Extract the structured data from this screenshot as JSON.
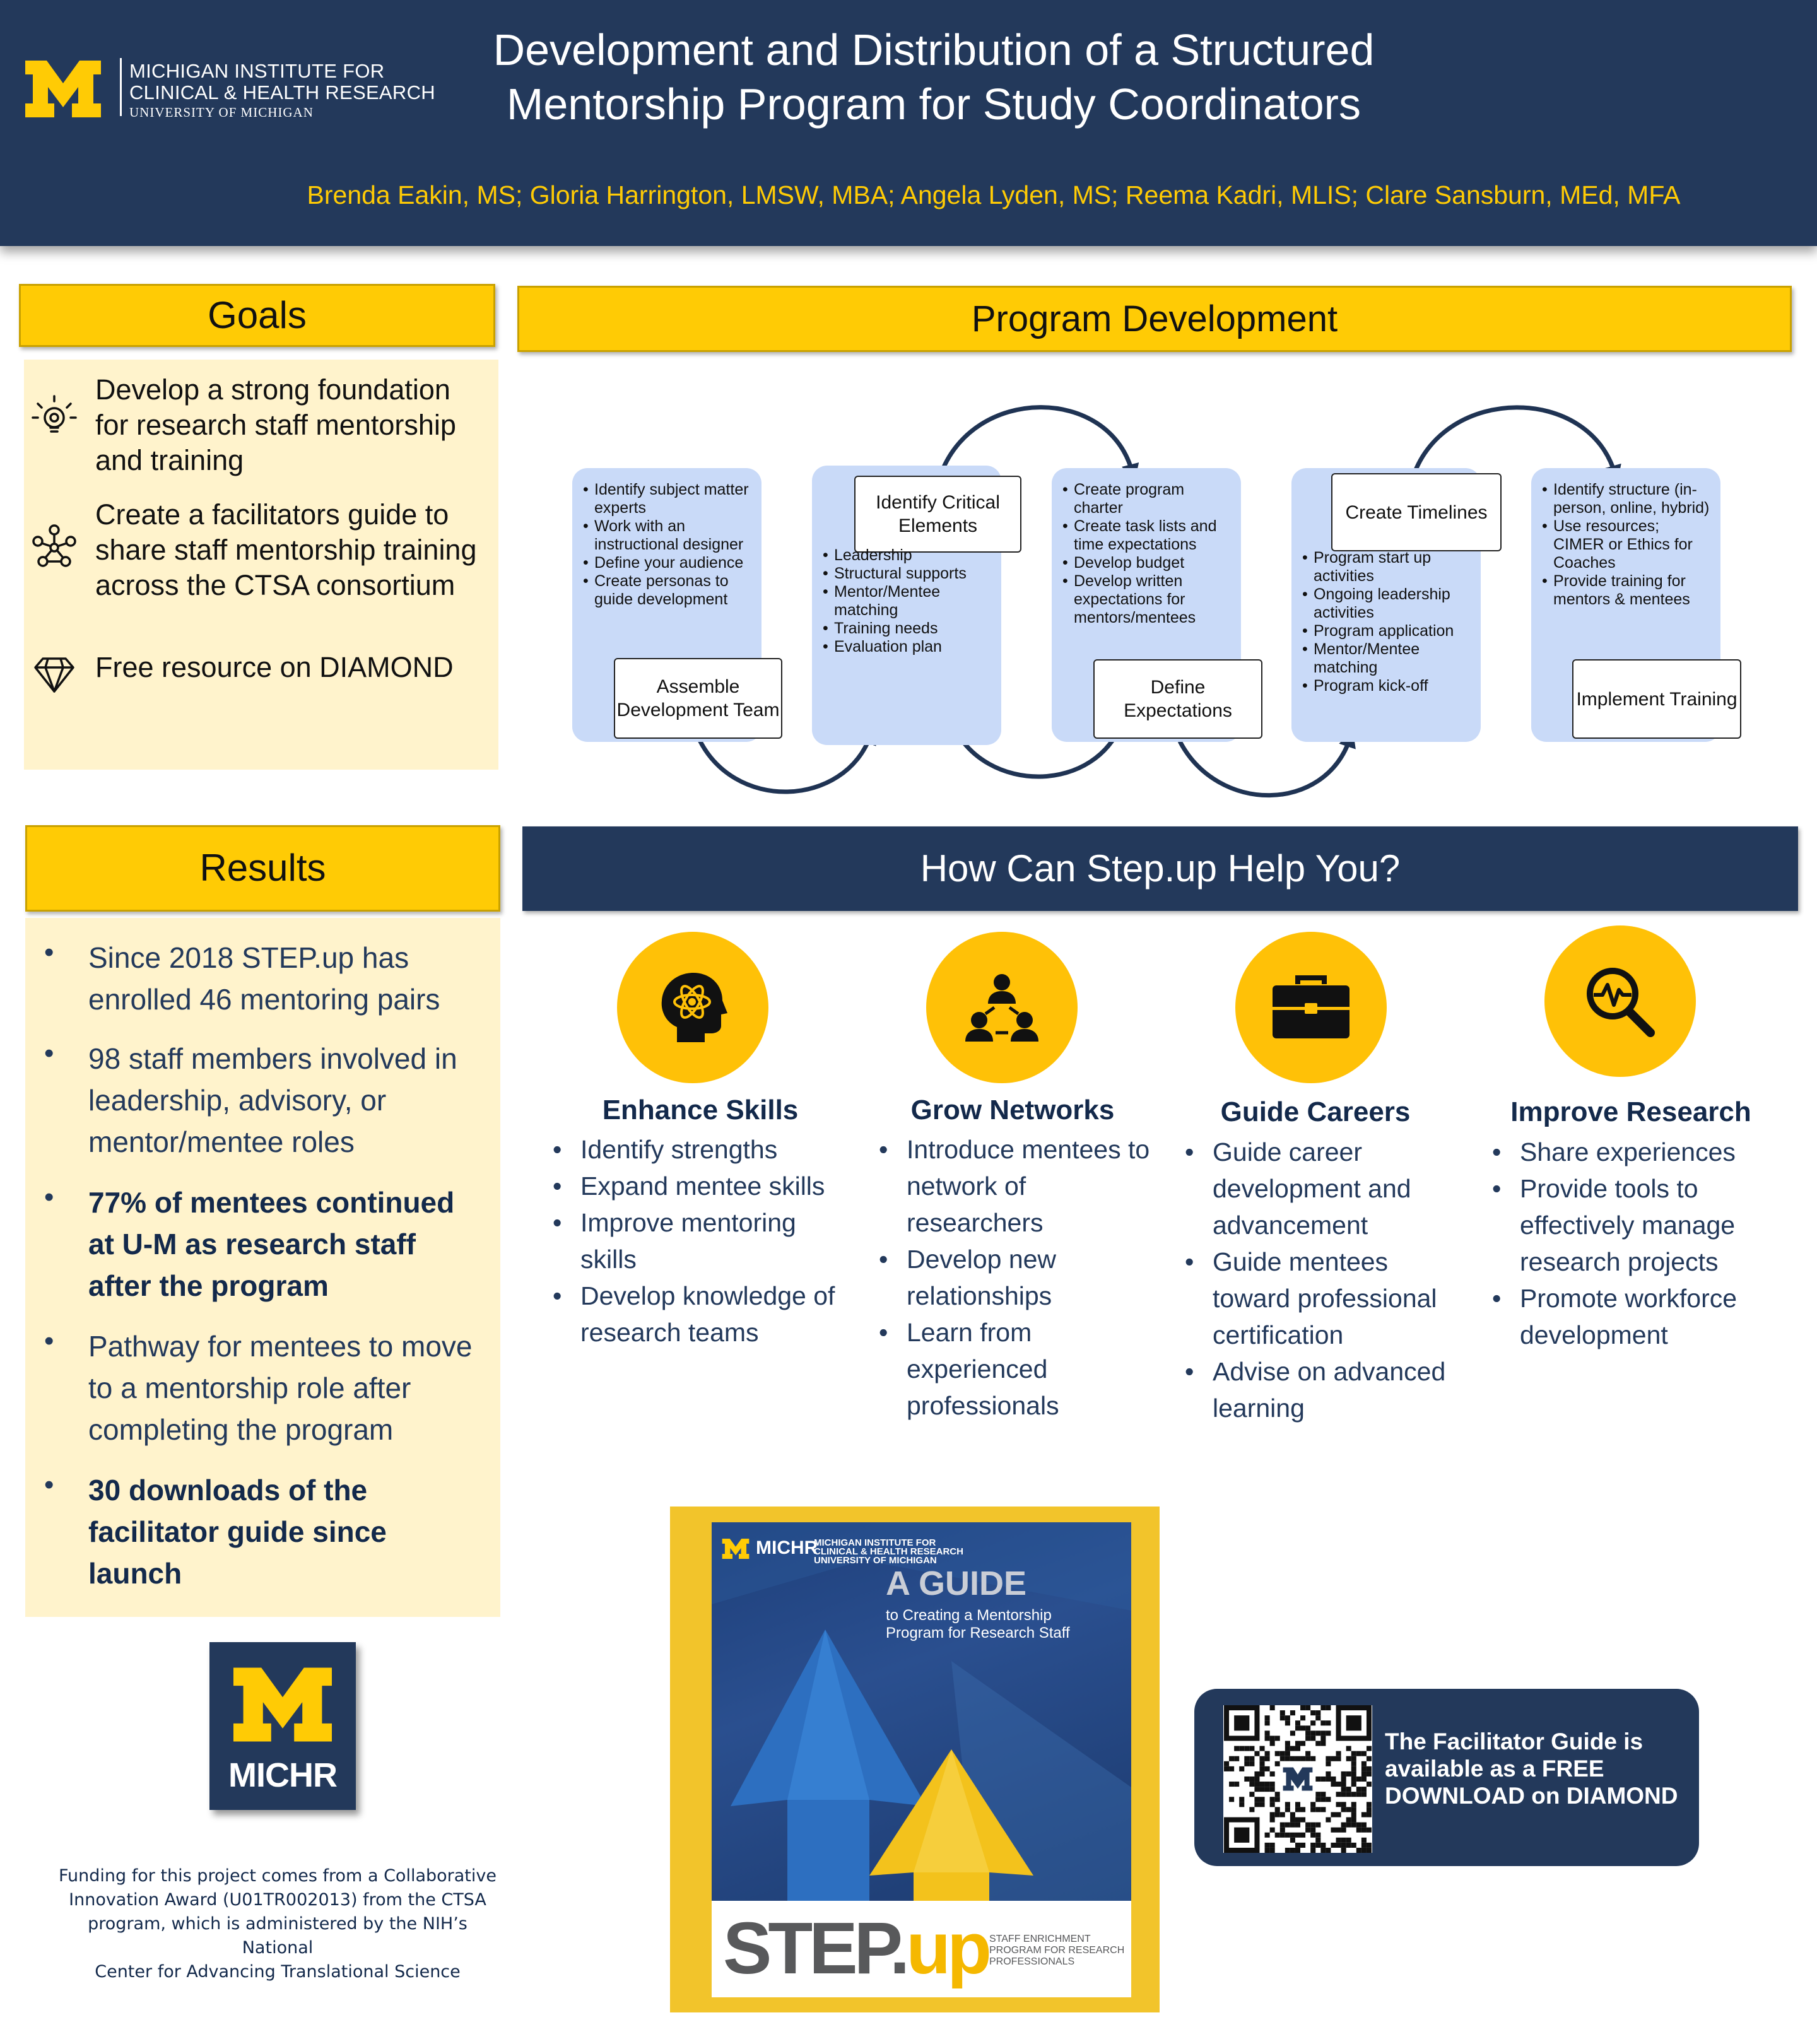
{
  "header": {
    "institute_line1": "MICHIGAN INSTITUTE FOR",
    "institute_line2": "CLINICAL & HEALTH RESEARCH",
    "institute_line3": "UNIVERSITY OF MICHIGAN",
    "title_line1": "Development and Distribution of a Structured",
    "title_line2": "Mentorship Program for Study Coordinators",
    "authors": "Brenda Eakin, MS; Gloria Harrington, LMSW, MBA; Angela Lyden, MS; Reema Kadri, MLIS; Clare Sansburn, MEd, MFA"
  },
  "goals": {
    "heading": "Goals",
    "items": [
      {
        "icon": "lightbulb-gear-icon",
        "lines": [
          "Develop a strong foundation",
          "for research staff mentorship",
          "and training"
        ]
      },
      {
        "icon": "network-icon",
        "lines": [
          "Create a facilitators guide to",
          "share staff mentorship training",
          "across the CTSA consortium"
        ]
      },
      {
        "icon": "diamond-icon",
        "lines": [
          "Free resource on DIAMOND"
        ]
      }
    ]
  },
  "program_development": {
    "heading": "Program Development",
    "steps": [
      {
        "label": "Assemble Development Team",
        "bullets": [
          "Identify subject matter experts",
          "Work with an instructional designer",
          "Define your audience",
          "Create personas to guide development"
        ]
      },
      {
        "label": "Identify Critical Elements",
        "bullets": [
          "Leadership",
          "Structural supports",
          "Mentor/Mentee matching",
          "Training needs",
          "Evaluation plan"
        ]
      },
      {
        "label": "Define Expectations",
        "bullets": [
          "Create program charter",
          "Create task lists and time expectations",
          "Develop budget",
          "Develop written expectations for mentors/mentees"
        ]
      },
      {
        "label": "Create Timelines",
        "bullets": [
          "Program start up activities",
          "Ongoing leadership activities",
          "Program application",
          "Mentor/Mentee matching",
          "Program kick-off"
        ]
      },
      {
        "label": "Implement Training",
        "bullets": [
          "Identify structure (in-person, online, hybrid)",
          "Use resources; CIMER or Ethics for Coaches",
          "Provide training for mentors & mentees"
        ]
      }
    ]
  },
  "results": {
    "heading": "Results",
    "items": [
      {
        "bold": false,
        "lines": [
          "Since 2018 STEP.up has",
          "enrolled 46 mentoring pairs"
        ]
      },
      {
        "bold": false,
        "lines": [
          "98 staff members involved in",
          "leadership, advisory, or",
          "mentor/mentee roles"
        ]
      },
      {
        "bold": true,
        "lines": [
          "77% of mentees continued",
          "at U-M as research staff",
          "after the program"
        ]
      },
      {
        "bold": false,
        "lines": [
          "Pathway for mentees to move",
          "to a mentorship role after",
          "completing the program"
        ]
      },
      {
        "bold": true,
        "lines": [
          "30 downloads of the",
          "facilitator guide since",
          "launch"
        ]
      }
    ]
  },
  "help": {
    "heading": "How Can Step.up Help You?",
    "columns": [
      {
        "icon": "brain-atom-icon",
        "title": "Enhance Skills",
        "items": [
          [
            "Identify strengths"
          ],
          [
            "Expand mentee skills"
          ],
          [
            "Improve mentoring",
            "skills"
          ],
          [
            "Develop knowledge of",
            "research teams"
          ]
        ]
      },
      {
        "icon": "people-network-icon",
        "title": "Grow Networks",
        "items": [
          [
            "Introduce mentees to",
            "network of",
            "researchers"
          ],
          [
            "Develop new",
            "relationships"
          ],
          [
            "Learn from",
            "experienced",
            "professionals"
          ]
        ]
      },
      {
        "icon": "briefcase-icon",
        "title": "Guide Careers",
        "items": [
          [
            "Guide career",
            "development and",
            "advancement"
          ],
          [
            "Guide mentees",
            "toward professional",
            "certification"
          ],
          [
            "Advise on advanced",
            "learning"
          ]
        ]
      },
      {
        "icon": "magnifier-pulse-icon",
        "title": "Improve Research",
        "items": [
          [
            "Share experiences"
          ],
          [
            "Provide tools to",
            "effectively manage",
            "research projects"
          ],
          [
            "Promote workforce",
            "development"
          ]
        ]
      }
    ]
  },
  "michr_logo": {
    "letter": "M",
    "word": "MICHR"
  },
  "funding": [
    "Funding for this project comes from a Collaborative",
    "Innovation Award (U01TR002013) from the CTSA",
    "program, which is administered by the NIH’s National",
    "Center for Advancing Translational Science"
  ],
  "guide_cover": {
    "org_line1": "MICHIGAN INSTITUTE FOR",
    "org_line2": "CLINICAL & HEALTH RESEARCH",
    "org_line3": "UNIVERSITY OF MICHIGAN",
    "org_abbr": "MICHR",
    "title": "A GUIDE",
    "subtitle_line1": "to Creating a Mentorship",
    "subtitle_line2": "Program for Research Staff",
    "brand_step": "STEP.",
    "brand_up": "up",
    "tagline_line1": "STAFF ENRICHMENT",
    "tagline_line2": "PROGRAM FOR RESEARCH",
    "tagline_line3": "PROFESSIONALS"
  },
  "qr_callout": {
    "lines": [
      "The Facilitator Guide is",
      "available as a FREE",
      "DOWNLOAD on DIAMOND"
    ]
  },
  "colors": {
    "navy": "#23395b",
    "gold": "#ffcb05",
    "cream": "#fff3cc",
    "step_box": "#c9daf8"
  }
}
